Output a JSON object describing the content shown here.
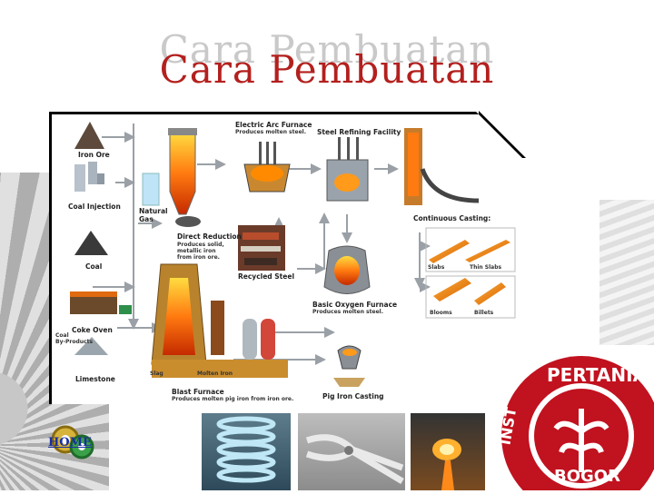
{
  "title": "Cara Pembuatan",
  "diagram": {
    "iron_ore": "Iron Ore",
    "coal_injection": "Coal Injection",
    "coal": "Coal",
    "coke_oven": "Coke Oven",
    "coal_byproducts": "Coal\nBy-Products",
    "limestone": "Limestone",
    "natural_gas": "Natural\nGas",
    "direct_reduction": "Direct Reduction",
    "direct_reduction_sub": "Produces solid,\nmetallic iron\nfrom iron ore.",
    "electric_arc_furnace": "Electric Arc Furnace",
    "electric_arc_furnace_sub": "Produces molten steel.",
    "steel_refining": "Steel Refining Facility",
    "recycled_steel": "Recycled Steel",
    "basic_oxygen_furnace": "Basic Oxygen Furnace",
    "basic_oxygen_furnace_sub": "Produces molten steel.",
    "continuous_casting": "Continuous Casting:",
    "slabs": "Slabs",
    "thin_slabs": "Thin Slabs",
    "blooms": "Blooms",
    "billets": "Billets",
    "slag": "Slag",
    "molten_iron": "Molten Iron",
    "blast_furnace": "Blast Furnace",
    "blast_furnace_sub": "Produces molten pig iron from iron ore.",
    "pig_iron_casting": "Pig Iron Casting"
  },
  "home_label": "HOME",
  "logo": {
    "top_text": "PERTANIAN",
    "left_text": "INST",
    "bottom_text": "BOGOR",
    "color": "#c1121f"
  },
  "colors": {
    "title": "#b3201e",
    "title_shadow": "#c9c9c9",
    "arrow": "#9aa0a6",
    "home": "#1a2fa0"
  }
}
